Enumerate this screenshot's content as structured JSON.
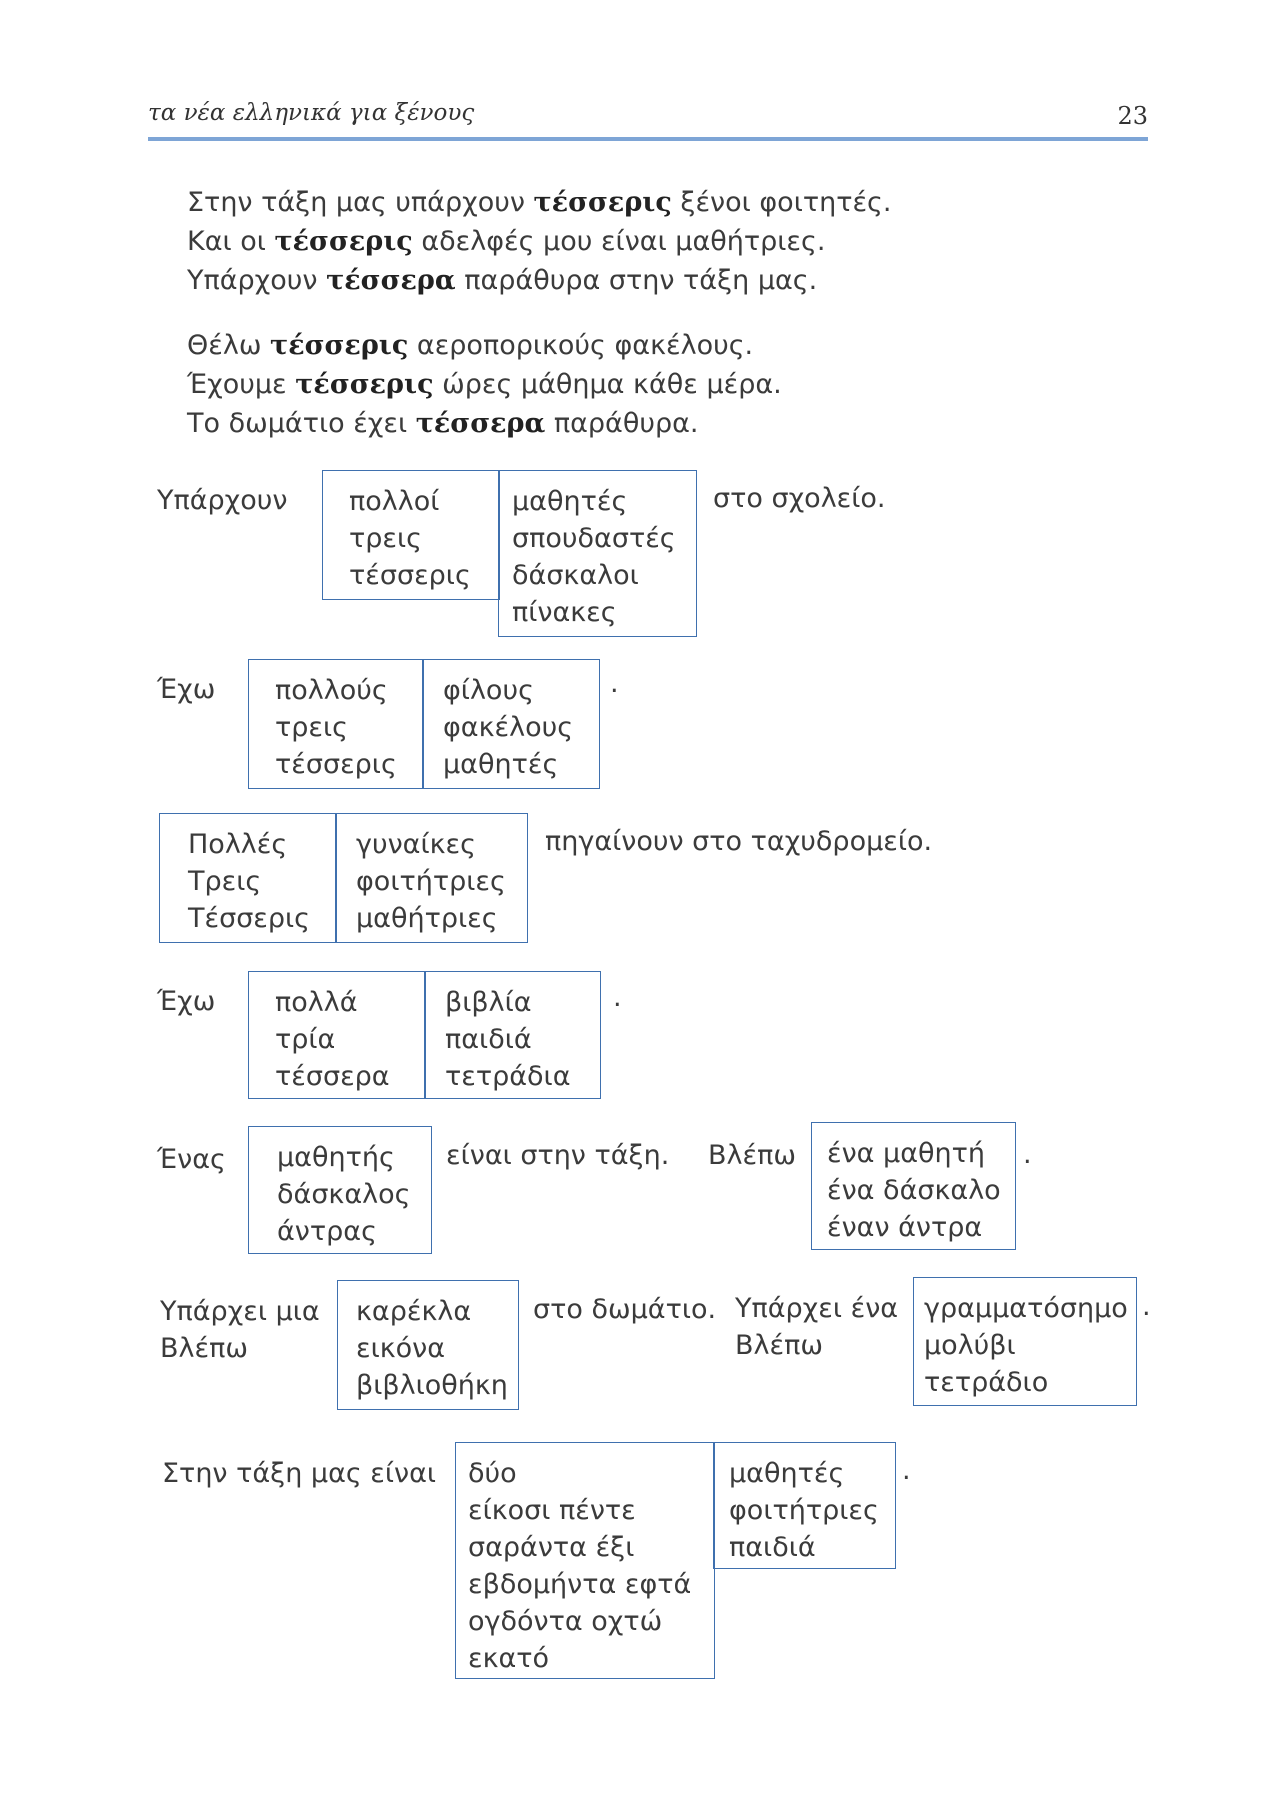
{
  "header": {
    "title": "τα νέα ελληνικά για ξένους",
    "page_number": "23"
  },
  "paragraph1": [
    {
      "before": "Στην τάξη μας υπάρχουν ",
      "bold": "τέσσερις",
      "after": " ξένοι φοιτητές."
    },
    {
      "before": "Και οι ",
      "bold": "τέσσερις",
      "after": " αδελφές μου είναι μαθήτριες."
    },
    {
      "before": "Υπάρχουν ",
      "bold": "τέσσερα",
      "after": " παράθυρα στην τάξη μας."
    }
  ],
  "paragraph2": [
    {
      "before": "Θέλω ",
      "bold": "τέσσερις",
      "after": " αεροπορικούς φακέλους."
    },
    {
      "before": "Έχουμε ",
      "bold": "τέσσερις",
      "after": " ώρες μάθημα κάθε μέρα."
    },
    {
      "before": "Το δωμάτιο έχει ",
      "bold": "τέσσερα",
      "after": " παράθυρα."
    }
  ],
  "table1": {
    "prefix": "Υπάρχουν",
    "col1": [
      "πολλοί",
      "τρεις",
      "τέσσερις"
    ],
    "col2": [
      "μαθητές",
      "σπουδαστές",
      "δάσκαλοι",
      "πίνακες"
    ],
    "suffix": "στο σχολείο."
  },
  "table2": {
    "prefix": "Έχω",
    "col1": [
      "πολλούς",
      "τρεις",
      "τέσσερις"
    ],
    "col2": [
      "φίλους",
      "φακέλους",
      "μαθητές"
    ],
    "suffix": "."
  },
  "table3": {
    "col1": [
      "Πολλές",
      "Τρεις",
      "Τέσσερις"
    ],
    "col2": [
      "γυναίκες",
      "φοιτήτριες",
      "μαθήτριες"
    ],
    "suffix": "πηγαίνουν στο ταχυδρομείο."
  },
  "table4": {
    "prefix": "Έχω",
    "col1": [
      "πολλά",
      "τρία",
      "τέσσερα"
    ],
    "col2": [
      "βιβλία",
      "παιδιά",
      "τετράδια"
    ],
    "suffix": "."
  },
  "table5": {
    "prefix": "Ένας",
    "col1": [
      "μαθητής",
      "δάσκαλος",
      "άντρας"
    ],
    "suffix": "είναι στην τάξη."
  },
  "table6": {
    "prefix": "Βλέπω",
    "col1": [
      "ένα μαθητή",
      "ένα δάσκαλο",
      "έναν άντρα"
    ],
    "suffix": "."
  },
  "table7": {
    "prefix": [
      "Υπάρχει μια",
      "Βλέπω"
    ],
    "col1": [
      "καρέκλα",
      "εικόνα",
      "βιβλιοθήκη"
    ],
    "suffix": "στο δωμάτιο."
  },
  "table8": {
    "prefix": [
      "Υπάρχει ένα",
      "Βλέπω"
    ],
    "col1": [
      "γραμματόσημο",
      "μολύβι",
      "τετράδιο"
    ],
    "suffix": "."
  },
  "table9": {
    "prefix": "Στην τάξη μας είναι",
    "col1": [
      "δύο",
      "είκοσι πέντε",
      "σαράντα έξι",
      "εβδομήντα εφτά",
      "ογδόντα οχτώ",
      "εκατό"
    ],
    "col2": [
      "μαθητές",
      "φοιτήτριες",
      "παιδιά"
    ],
    "suffix": "."
  },
  "colors": {
    "rule": "#7ea5d6",
    "box_border": "#3f70ae",
    "text": "#3b3b3b"
  }
}
